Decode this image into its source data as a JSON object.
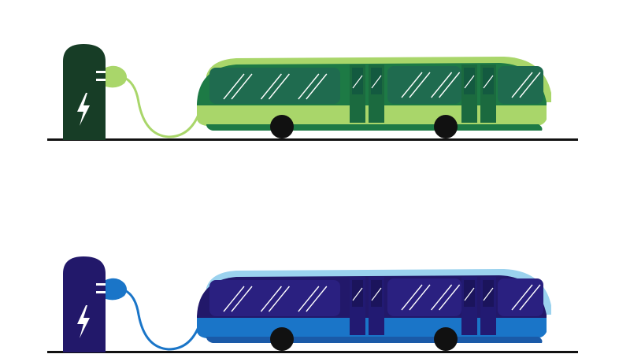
{
  "scene": {
    "background": "#ffffff",
    "ground_color": "#111111",
    "window_glare_color": "#ffffff",
    "wheel_color": "#111111",
    "illustrations": [
      {
        "theme": "green",
        "charger": {
          "body_color": "#173d26",
          "icon": "lightning-bolt-icon",
          "plug_color": "#a9d66a",
          "cable_color": "#a9d66a"
        },
        "bus": {
          "roof_color": "#a9d66a",
          "body_color": "#1d7a45",
          "window_color": "#1f6b4f",
          "window_dark_color": "#135a40",
          "stripe_color": "#a9d66a",
          "skirt_color": "#1d7a45",
          "door_color": "#1b6a3f",
          "wheels": 2,
          "doors": 2
        }
      },
      {
        "theme": "blue",
        "charger": {
          "body_color": "#22186a",
          "icon": "lightning-bolt-icon",
          "plug_color": "#1a75c8",
          "cable_color": "#1a75c8"
        },
        "bus": {
          "roof_color": "#9bd2ee",
          "body_color": "#22186a",
          "window_color": "#2a2080",
          "window_dark_color": "#1b145c",
          "stripe_color": "#1a75c8",
          "skirt_color": "#1a5aa8",
          "door_color": "#221a72",
          "wheels": 2,
          "doors": 2
        }
      }
    ]
  }
}
